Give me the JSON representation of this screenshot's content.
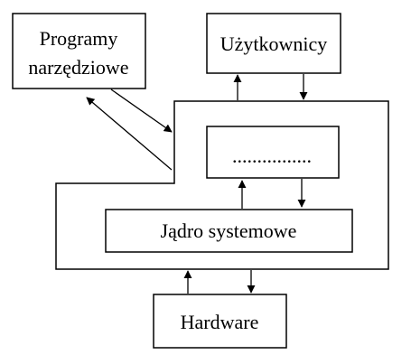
{
  "nodes": {
    "programs": {
      "lines": [
        "Programy",
        "narzędziowe"
      ]
    },
    "users": {
      "label": "Użytkownicy"
    },
    "layer": {
      "label": "................"
    },
    "kernel": {
      "label": "Jądro systemowe"
    },
    "hardware": {
      "label": "Hardware"
    }
  },
  "colors": {
    "stroke": "#000000",
    "background": "#ffffff"
  }
}
